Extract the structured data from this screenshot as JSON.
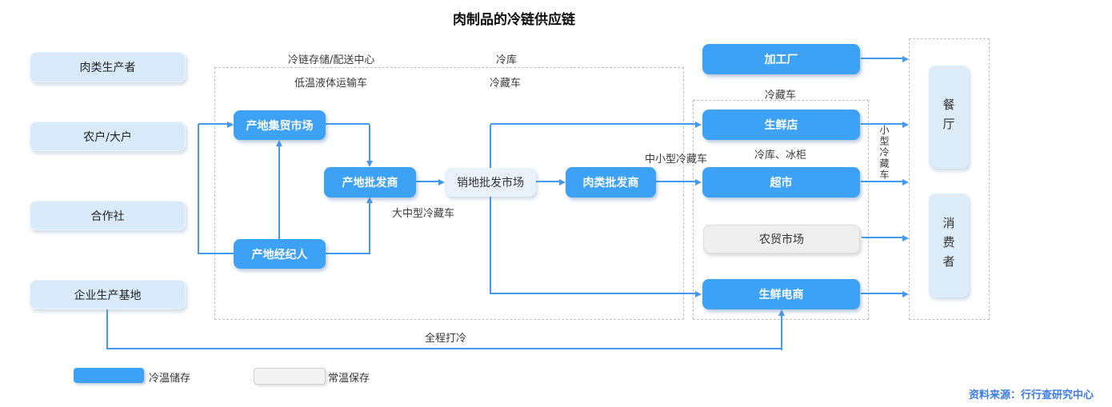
{
  "title": "肉制品的冷链供应链",
  "nodes": {
    "meat_producer": "肉类生产者",
    "farmer": "农户/大户",
    "cooperative": "合作社",
    "enterprise_base": "企业生产基地",
    "origin_trade_market": "产地集贸市场",
    "origin_wholesaler": "产地批发商",
    "origin_broker": "产地经纪人",
    "dest_wholesale_market": "销地批发市场",
    "meat_wholesaler": "肉类批发商",
    "processing_plant": "加工厂",
    "fresh_store": "生鲜店",
    "supermarket": "超市",
    "farmers_market": "农贸市场",
    "fresh_ecommerce": "生鲜电商",
    "restaurant": "餐厅",
    "consumer": "消费者"
  },
  "labels": {
    "cold_chain_center": "冷链存储/配送中心",
    "low_temp_liquid_truck": "低温液体运输车",
    "cold_storage": "冷库",
    "refrigerated_truck": "冷藏车",
    "large_mid_refrigerated_truck": "大中型冷藏车",
    "mid_small_refrigerated_truck": "中小型冷藏车",
    "refrigerated_truck_2": "冷藏车",
    "cold_storage_freezer": "冷库、冰柜",
    "small_refrigerated_truck": "小型冷藏车",
    "full_course_cooling": "全程打冷"
  },
  "legend": {
    "cold": "冷温储存",
    "normal": "常温保存"
  },
  "source_note": "资料来源：行行查研究中心",
  "colors": {
    "primary_blue": "#3da1f6",
    "arrow_blue": "#4499f2",
    "light_blue_fill": "#d9ebfa",
    "pale_blue_fill": "#e9f1fb",
    "consumer_fill": "#dcedf9",
    "gray_fill": "#efefef",
    "label_text": "#3a3a3a",
    "source_text": "#3e7ce8"
  }
}
